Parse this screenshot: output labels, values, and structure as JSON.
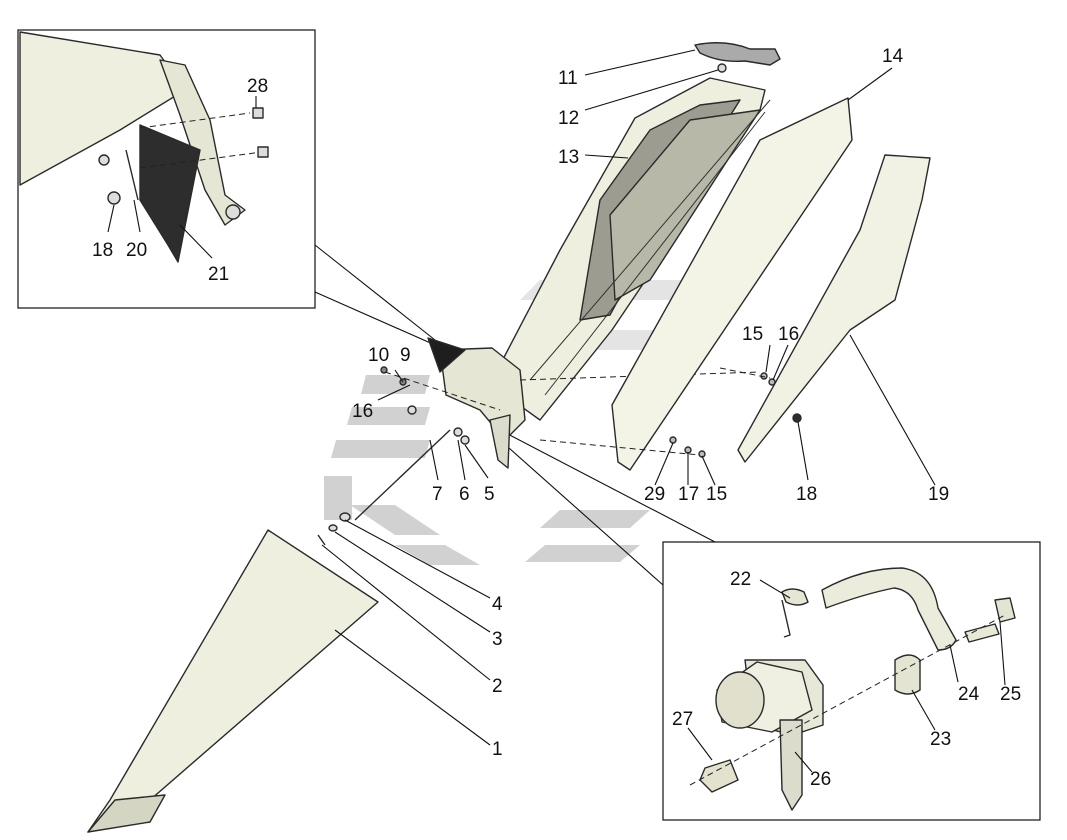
{
  "labels": {
    "l1": "1",
    "l2": "2",
    "l3": "3",
    "l4": "4",
    "l5": "5",
    "l6": "6",
    "l7": "7",
    "l9": "9",
    "l10": "10",
    "l11": "11",
    "l12": "12",
    "l13": "13",
    "l14": "14",
    "l15a": "15",
    "l15b": "15",
    "l16a": "16",
    "l16b": "16",
    "l17": "17",
    "l18a": "18",
    "l18b": "18",
    "l19": "19",
    "l20": "20",
    "l21": "21",
    "l22": "22",
    "l23": "23",
    "l24": "24",
    "l25": "25",
    "l26": "26",
    "l27": "27",
    "l28": "28",
    "l29": "29"
  },
  "colors": {
    "part_fill": "#eeeedd",
    "part_shade": "#b8b8a8",
    "dark": "#2b2b2b",
    "watermark": "#c9c9c9"
  },
  "watermark": {
    "type": "logo-stripes"
  }
}
